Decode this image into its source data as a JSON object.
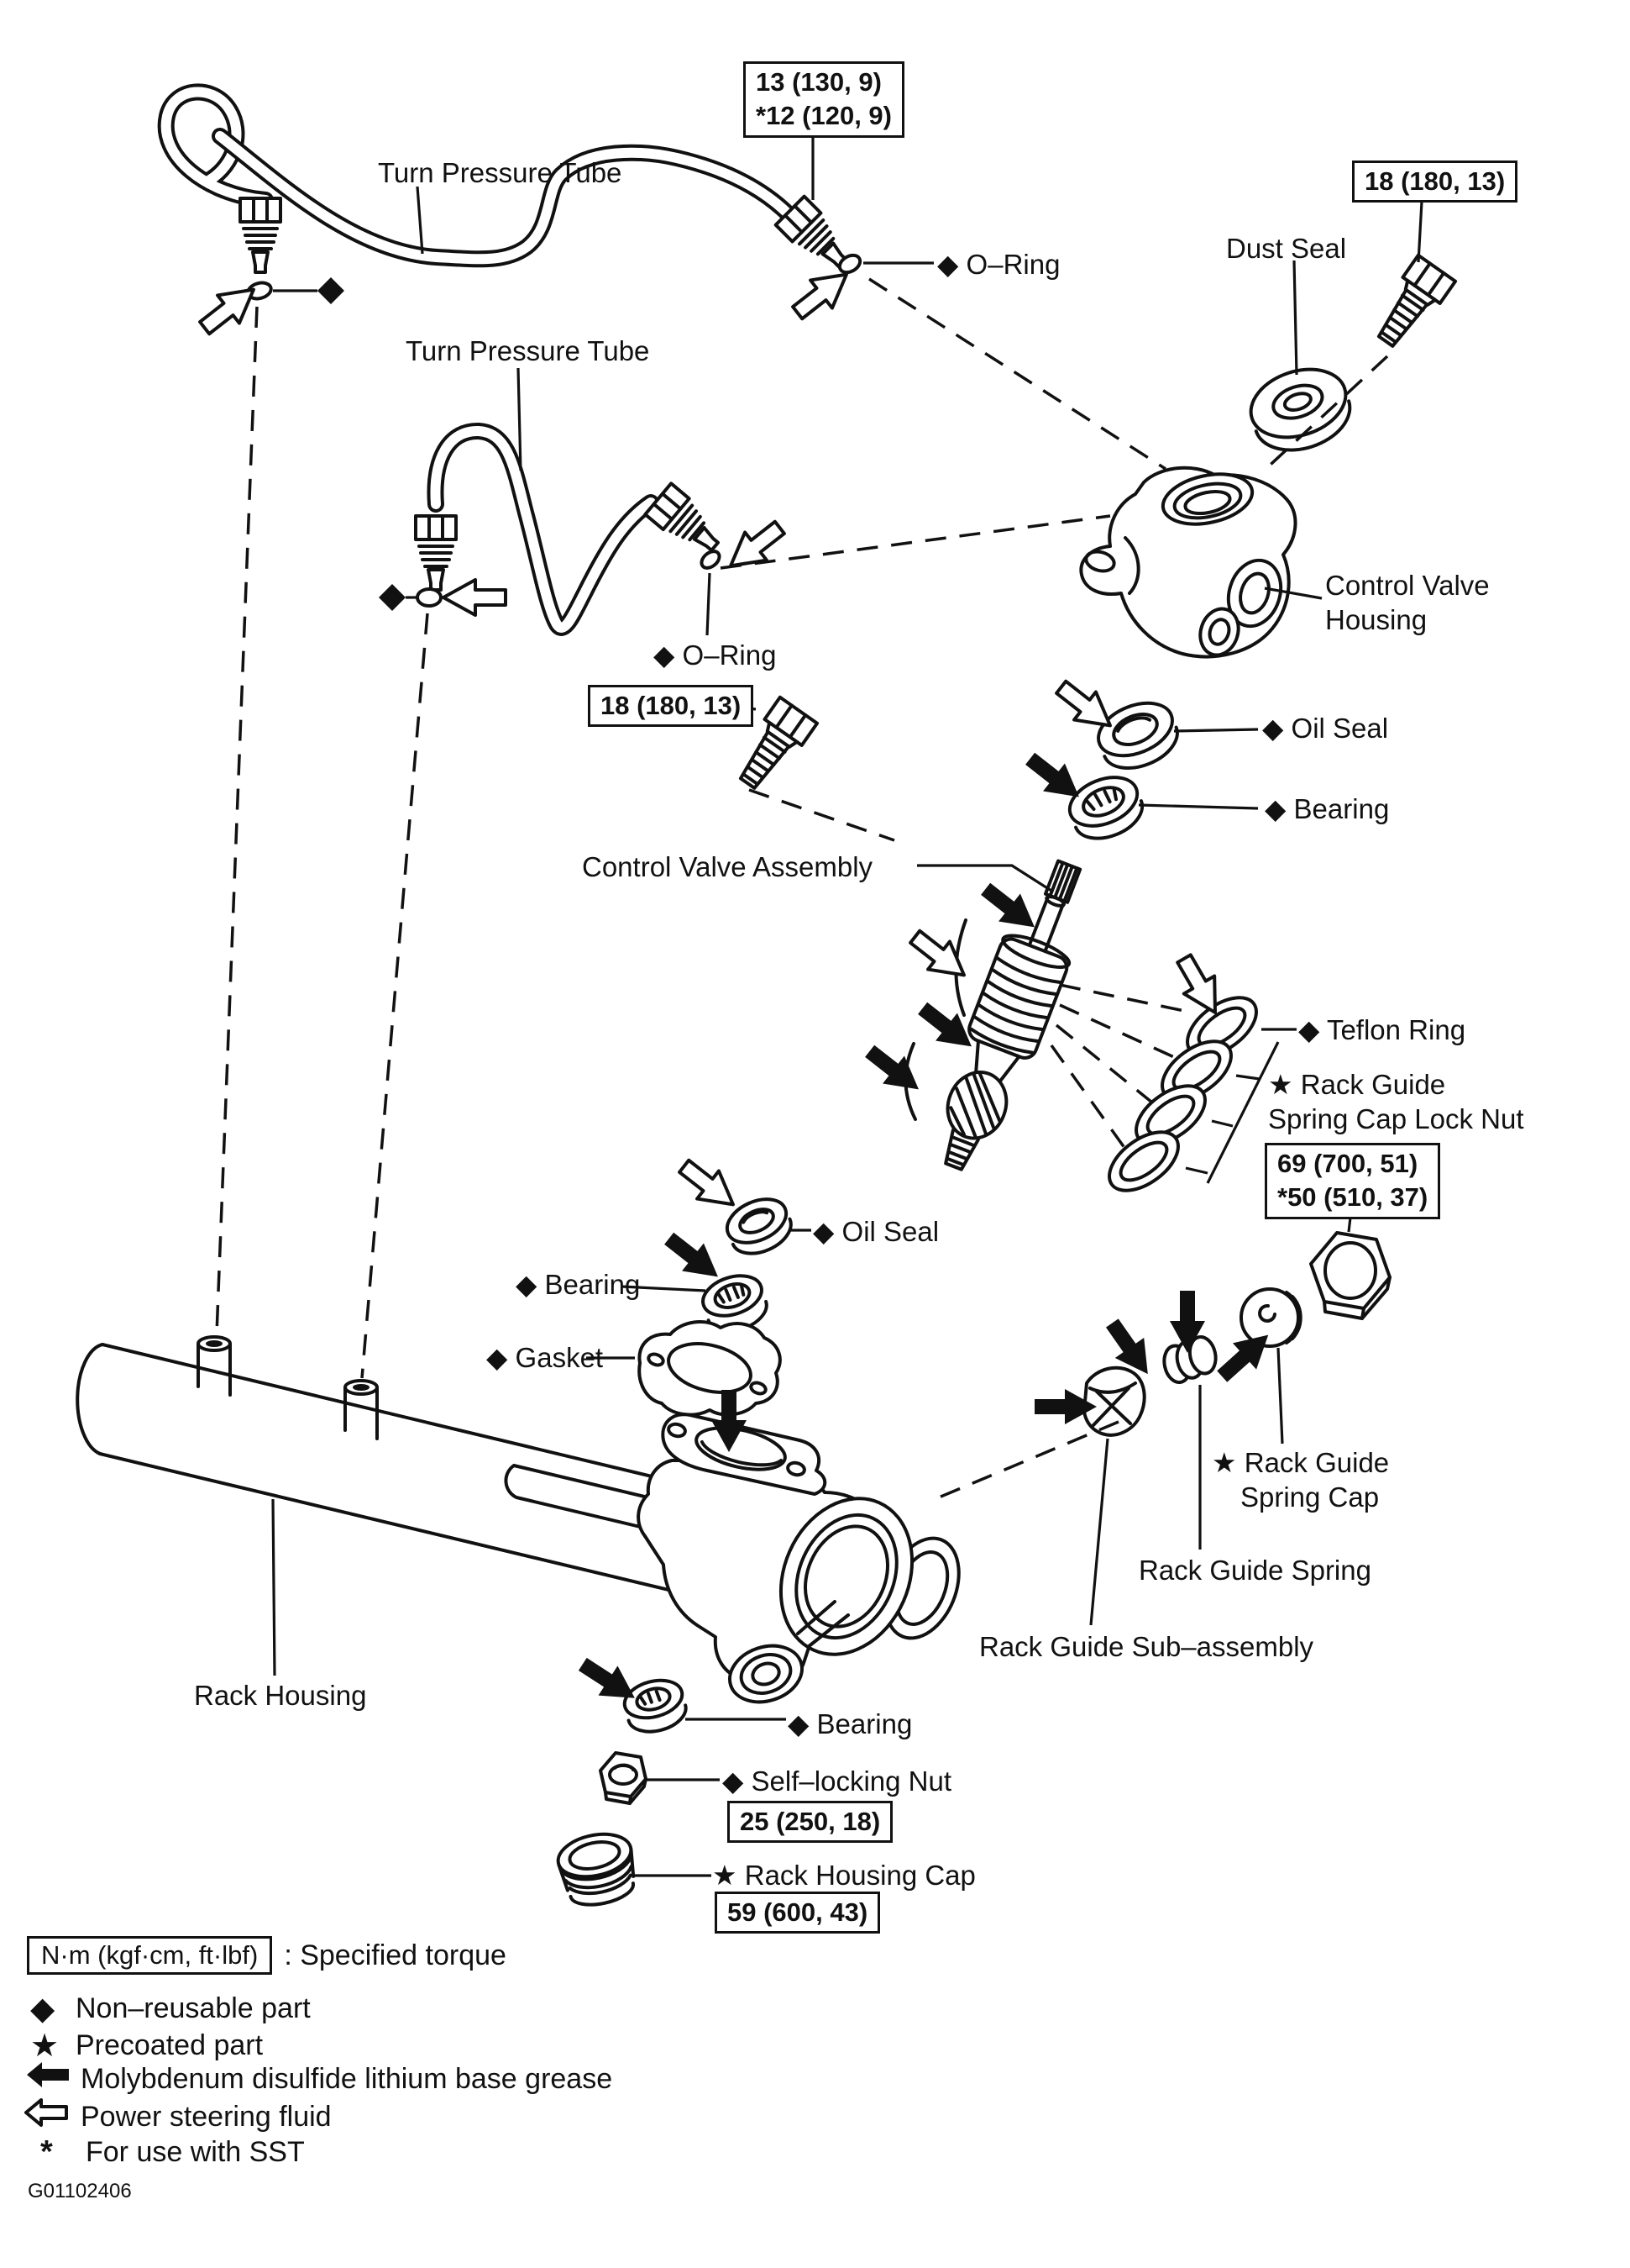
{
  "part_labels": {
    "turn_pressure_tube_top": "Turn Pressure Tube",
    "turn_pressure_tube_mid": "Turn Pressure Tube",
    "o_ring_top": "◆ O–Ring",
    "o_ring_mid": "◆ O–Ring",
    "dust_seal": "Dust Seal",
    "control_valve_housing": [
      "Control Valve",
      "Housing"
    ],
    "oil_seal_upper": "◆ Oil Seal",
    "bearing_upper": "◆ Bearing",
    "control_valve_assembly": "Control Valve Assembly",
    "teflon_ring": "◆ Teflon Ring",
    "rack_guide_spring_cap_lock_nut": [
      "★ Rack Guide",
      "Spring Cap Lock Nut"
    ],
    "oil_seal_lower": "◆ Oil Seal",
    "bearing_mid": "◆ Bearing",
    "gasket": "◆ Gasket",
    "rack_guide_spring_cap": [
      "★ Rack Guide",
      "Spring Cap"
    ],
    "rack_guide_spring": "Rack Guide Spring",
    "rack_guide_sub_assembly": "Rack Guide Sub–assembly",
    "rack_housing": "Rack Housing",
    "bearing_lower": "◆ Bearing",
    "self_locking_nut": "◆ Self–locking Nut",
    "rack_housing_cap": "★ Rack Housing Cap"
  },
  "torques": {
    "turn_pressure_tube": [
      "13 (130, 9)",
      "*12 (120, 9)"
    ],
    "union_bolt_upper": "18 (180, 13)",
    "union_bolt_lower": "18 (180, 13)",
    "rack_guide_spring_cap_lock_nut": [
      "69 (700, 51)",
      "*50 (510, 37)"
    ],
    "self_locking_nut": "25 (250, 18)",
    "rack_housing_cap": "59 (600, 43)"
  },
  "legend": {
    "torque_box": "N·m (kgf·cm, ft·lbf)",
    "torque_text": ": Specified torque",
    "non_reusable": {
      "symbol": "◆",
      "text": "Non–reusable part"
    },
    "precoated": {
      "symbol": "★",
      "text": "Precoated part"
    },
    "grease": {
      "text": "Molybdenum disulfide lithium base grease"
    },
    "fluid": {
      "text": "Power steering fluid"
    },
    "sst": {
      "symbol": "*",
      "text": "For use with SST"
    }
  },
  "figure_code": "G01102406"
}
